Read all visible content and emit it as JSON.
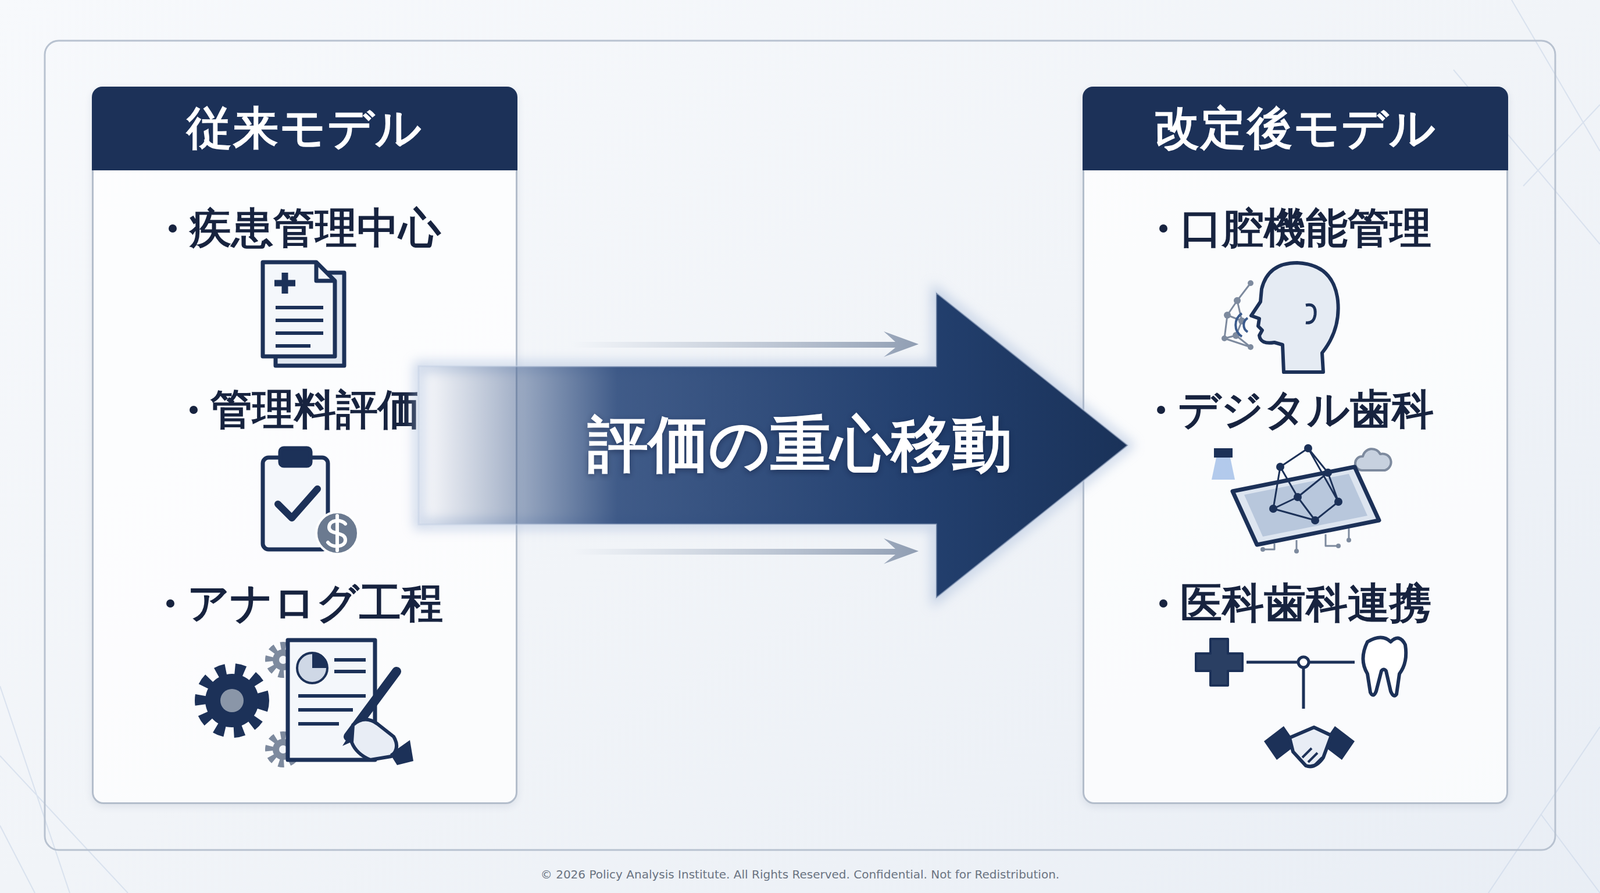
{
  "diagram": {
    "nodes": [
      {
        "text": [
          "従来モデル",
          "疾患管理中心",
          "管理料評価",
          "アナログ工程"
        ]
      },
      {
        "text": [
          "改定後モデル",
          "口腔機能管理",
          "デジタル歯科",
          "医科歯科連携"
        ]
      }
    ],
    "edges": [
      {
        "from": 0,
        "to": 1,
        "arrow": "to",
        "label": "評価の重心移動"
      }
    ],
    "labels": [
      "© 2026 Policy Analysis Institute. All Rights Reserved. Confidential. Not for Redistribution."
    ]
  }
}
